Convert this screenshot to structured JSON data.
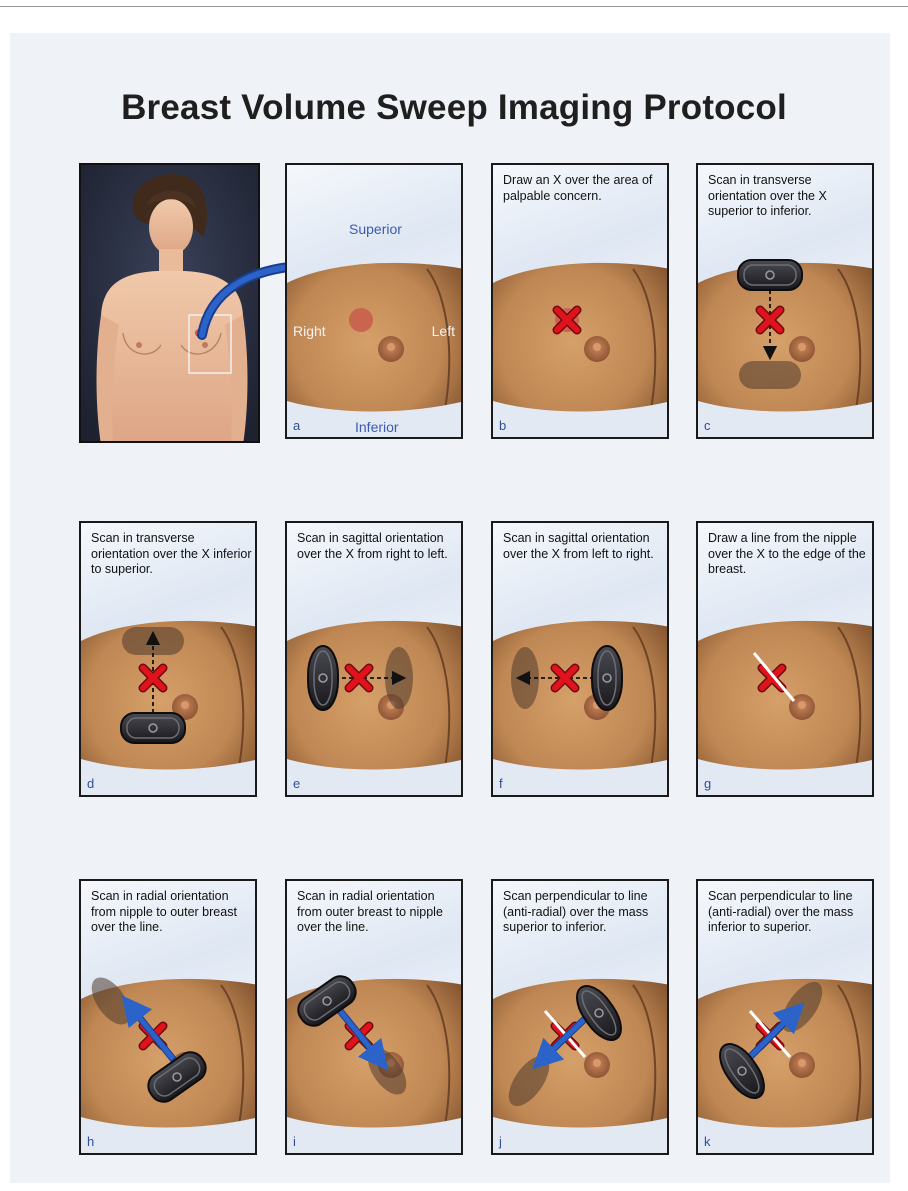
{
  "title": "Breast Volume Sweep Imaging Protocol",
  "labels": {
    "superior": "Superior",
    "inferior": "Inferior",
    "right": "Right",
    "left": "Left"
  },
  "panels": [
    {
      "letter": "a",
      "text": ""
    },
    {
      "letter": "b",
      "text": "Draw an X over the area of palpable concern."
    },
    {
      "letter": "c",
      "text": "Scan in transverse orientation over the X superior to inferior."
    },
    {
      "letter": "d",
      "text": "Scan in transverse orientation over the X inferior to superior."
    },
    {
      "letter": "e",
      "text": "Scan in sagittal orientation over the X from right to left."
    },
    {
      "letter": "f",
      "text": "Scan in sagittal orientation over the X from left to right."
    },
    {
      "letter": "g",
      "text": "Draw a line from the nipple over the X to the edge of the breast."
    },
    {
      "letter": "h",
      "text": "Scan in radial orientation from nipple to outer breast over the line."
    },
    {
      "letter": "i",
      "text": "Scan in radial orientation from outer breast to nipple over the line."
    },
    {
      "letter": "j",
      "text": "Scan perpendicular to line (anti-radial) over the mass superior to inferior."
    },
    {
      "letter": "k",
      "text": "Scan perpendicular to line (anti-radial) over the mass inferior to superior."
    }
  ],
  "colors": {
    "skin": "#c58e5c",
    "skin_dark": "#7a4f2d",
    "x_mark": "#e0121b",
    "arrow_blue": "#2b63c9",
    "probe": "#2a2a2e"
  },
  "icons": {
    "probe": "ultrasound-probe-icon",
    "x_mark": "x-mark-icon",
    "arrow": "direction-arrow-icon"
  }
}
